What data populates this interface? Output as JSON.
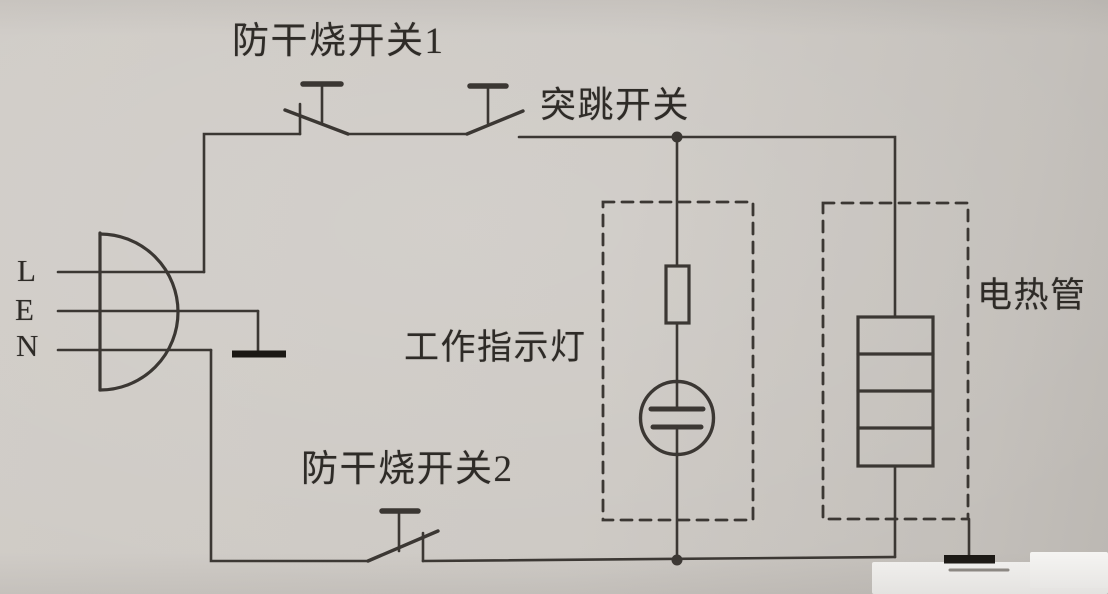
{
  "figure": {
    "type": "circuit-diagram",
    "medium": "photo of printed schematic on gray paper",
    "labels": {
      "switch1": "防干烧开关1",
      "snap_switch": "突跳开关",
      "indicator": "工作指示灯",
      "switch2": "防干烧开关2",
      "heater": "电热管",
      "pin_l": "L",
      "pin_e": "E",
      "pin_n": "N"
    },
    "components": [
      {
        "name": "power-plug-symbol",
        "pins": [
          "L",
          "E",
          "N"
        ]
      },
      {
        "name": "earth-terminal-plug",
        "style": "thick solid bar"
      },
      {
        "name": "anti-dry-switch-1",
        "style": "two blade contacts in series with T-shaped fixed contacts"
      },
      {
        "name": "snap-switch",
        "style": "blade contact with T-shaped fixed contact"
      },
      {
        "name": "anti-dry-switch-2",
        "style": "blade contact with T-shaped fixed contact"
      },
      {
        "name": "indicator-branch",
        "parts": [
          "series-resistor",
          "neon-lamp"
        ],
        "enclosure": "dashed box"
      },
      {
        "name": "heating-tube",
        "style": "rectangle divided into 4 segments",
        "enclosure": "dashed box"
      },
      {
        "name": "earth-terminal-heater",
        "style": "thick solid bar"
      },
      {
        "name": "junction-dots",
        "count": 2
      }
    ],
    "colors": {
      "paper": "#cdc9c4",
      "wire": "#3b3733",
      "text": "#2e2b27",
      "terminal": "#1b1814",
      "patch": "#f3f2f0"
    }
  }
}
